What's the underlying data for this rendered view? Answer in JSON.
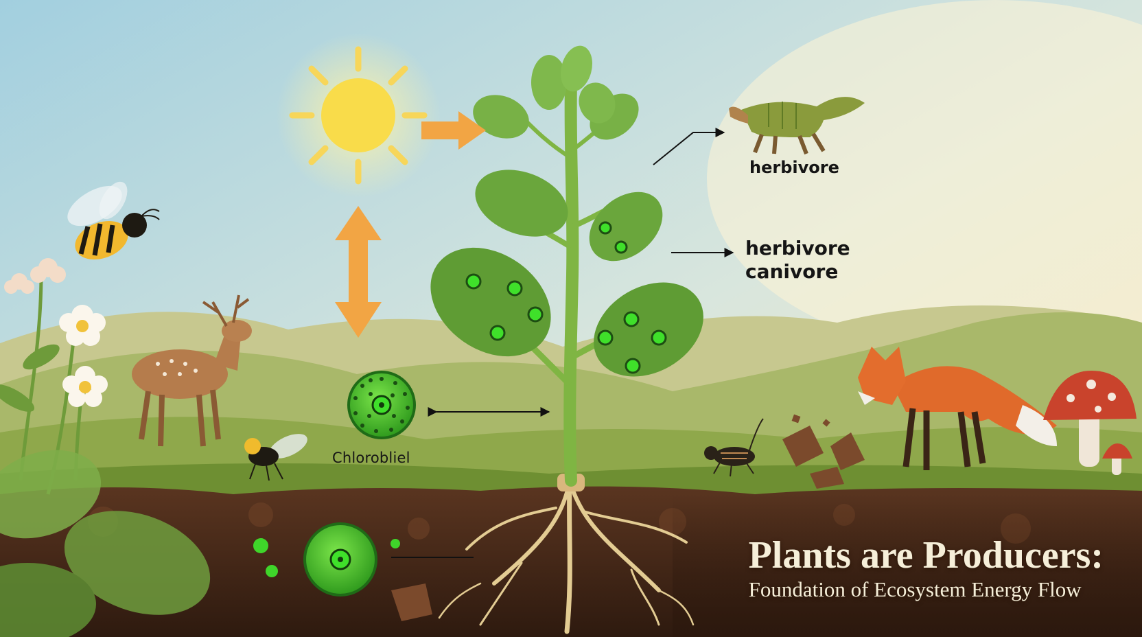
{
  "diagram": {
    "labels": {
      "herbivore_top": "herbivore",
      "herbivore_mid": "herbivore",
      "canivore": "canivore",
      "chloroplast": "Chlorobliel"
    },
    "title": "Plants are Producers:",
    "subtitle": "Foundation of Ecosystem Energy Flow"
  },
  "colors": {
    "sky_top": "#a9d3e0",
    "sky_horizon": "#f3e6c2",
    "sun": "#f9dc4a",
    "arrow_orange": "#f2a544",
    "leaf_green": "#6aa63c",
    "chloroplast_green": "#46c62b",
    "soil": "#4a2b1a",
    "root": "#e6cf98"
  }
}
